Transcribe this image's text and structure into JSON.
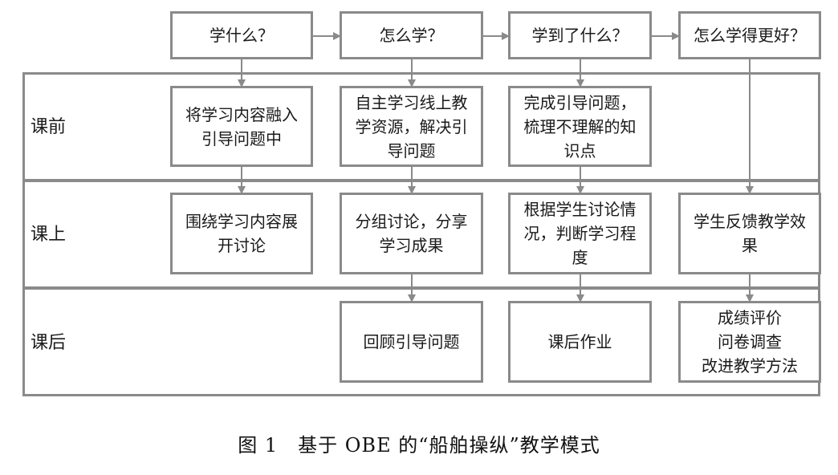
{
  "header": {
    "q1": "学什么？",
    "q2": "怎么学？",
    "q3": "学到了什么？",
    "q4": "怎么学得更好？"
  },
  "bands": {
    "before": "课前",
    "during": "课上",
    "after": "课后"
  },
  "cells": {
    "before_1": "将学习内容融入\n引导问题中",
    "before_2": "自主学习线上教\n学资源，解决引\n导问题",
    "before_3": "完成引导问题，\n梳理不理解的知\n识点",
    "during_1": "围绕学习内容展\n开讨论",
    "during_2": "分组讨论，分享\n学习成果",
    "during_3": "根据学生讨论情\n况，判断学习程\n度",
    "during_4": "学生反馈教学效\n果",
    "after_2": "回顾引导问题",
    "after_3": "课后作业",
    "after_4": "成绩评价\n问卷调查\n改进教学方法"
  },
  "caption": "图 1　基于 OBE 的“船舶操纵”教学模式",
  "colors": {
    "line": "#8a8a8a",
    "text": "#1a1a1a"
  }
}
